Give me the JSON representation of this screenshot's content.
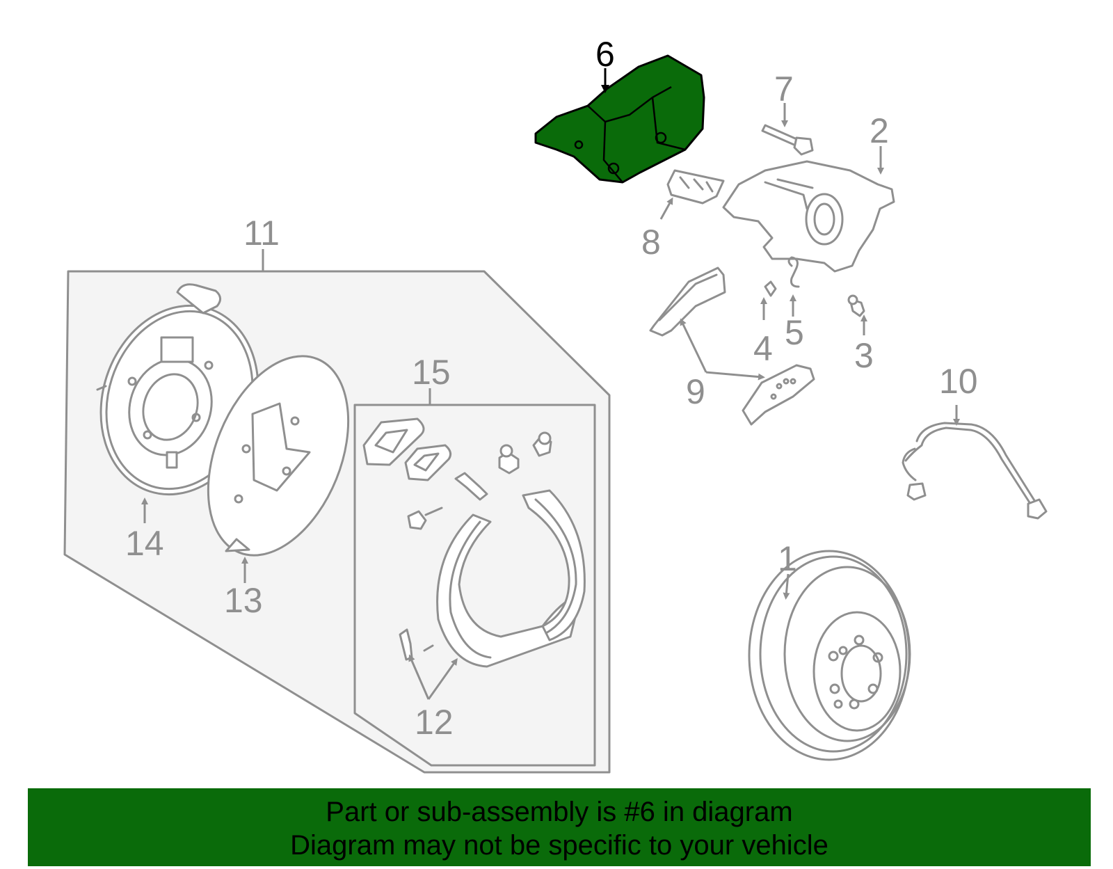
{
  "callouts": {
    "c1": "1",
    "c2": "2",
    "c3": "3",
    "c4": "4",
    "c5": "5",
    "c6": "6",
    "c7": "7",
    "c8": "8",
    "c9": "9",
    "c10": "10",
    "c11": "11",
    "c12": "12",
    "c13": "13",
    "c14": "14",
    "c15": "15"
  },
  "highlighted_part": "6",
  "colors": {
    "highlight": "#0a6b0a",
    "line": "#8f8f8f",
    "panel_fill": "#f4f4f4"
  },
  "banner": {
    "line1": "Part or sub-assembly is #6 in diagram",
    "line2": "Diagram may not be specific to your vehicle"
  }
}
